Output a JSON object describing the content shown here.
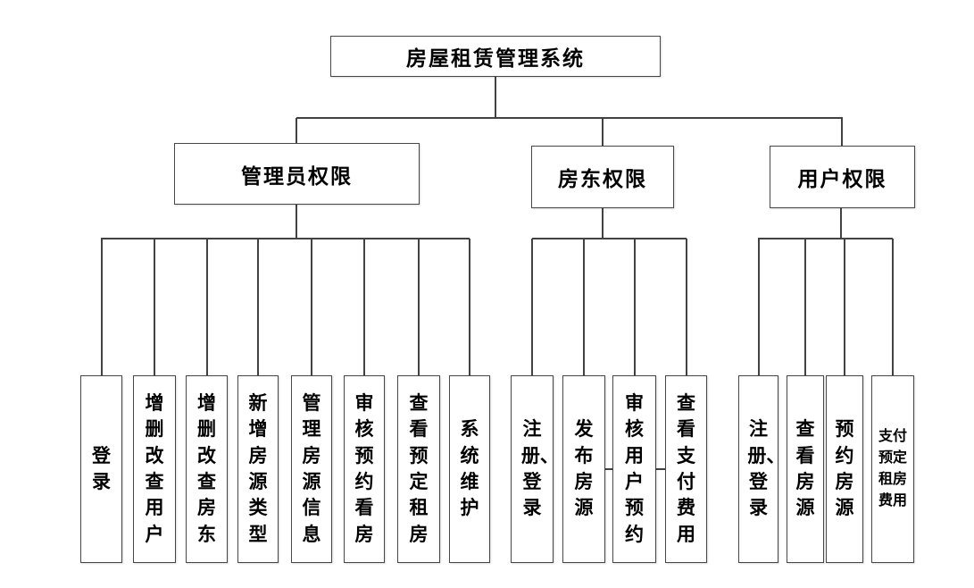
{
  "diagram": {
    "root": "房屋租赁管理系统",
    "branches": [
      {
        "label": "管理员权限",
        "children": [
          "登录",
          "增删改查用户",
          "增删改查房东",
          "新增房源类型",
          "管理房源信息",
          "审核预约看房",
          "查看预定租房",
          "系统维护"
        ]
      },
      {
        "label": "房东权限",
        "children": [
          "注册、登录",
          "发布房源",
          "审核用户预约",
          "查看支付费用"
        ]
      },
      {
        "label": "用户权限",
        "children": [
          "注册、登录",
          "查看房源",
          "预约房源",
          "支付预定租房费用"
        ]
      }
    ],
    "colors": {
      "background": "#ffffff",
      "line": "#424242",
      "box_border": "#474747",
      "text": "#000000"
    }
  }
}
